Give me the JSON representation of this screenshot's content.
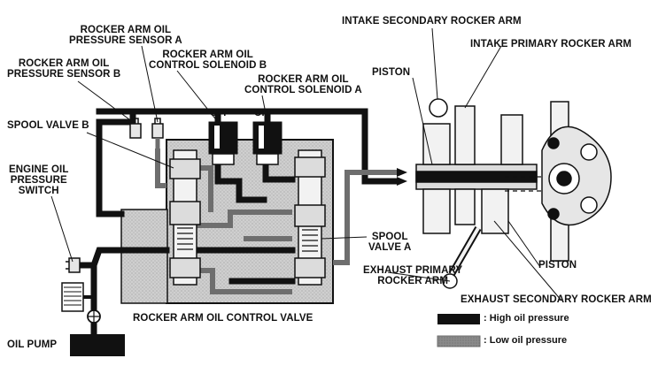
{
  "labels": {
    "rocker_sensor_a": "ROCKER ARM OIL\nPRESSURE SENSOR A",
    "rocker_sensor_b": "ROCKER ARM OIL\nPRESSURE SENSOR B",
    "solenoid_b": "ROCKER ARM OIL\nCONTROL SOLENOID B",
    "solenoid_a": "ROCKER ARM OIL\nCONTROL SOLENOID A",
    "spool_valve_b": "SPOOL VALVE B",
    "engine_oil_switch": "ENGINE OIL\nPRESSURE\nSWITCH",
    "spool_valve_a": "SPOOL\nVALVE A",
    "control_valve": "ROCKER ARM OIL CONTROL VALVE",
    "oil_pump": "OIL PUMP",
    "intake_secondary": "INTAKE SECONDARY ROCKER ARM",
    "intake_primary": "INTAKE PRIMARY ROCKER ARM",
    "piston_top": "PISTON",
    "piston_bottom": "PISTON",
    "exhaust_primary": "EXHAUST PRIMARY\nROCKER ARM",
    "exhaust_secondary": "EXHAUST SECONDARY ROCKER ARM",
    "off_b": "OFF",
    "off_a": "OFF"
  },
  "legend": {
    "high": ": High oil pressure",
    "low": ": Low oil pressure",
    "high_color": "#111111",
    "low_color": "#8a8a8a"
  },
  "colors": {
    "line": "#111111",
    "housing": "#c8c8c8",
    "low_passage": "#8a8a8a",
    "high_passage": "#111111"
  }
}
